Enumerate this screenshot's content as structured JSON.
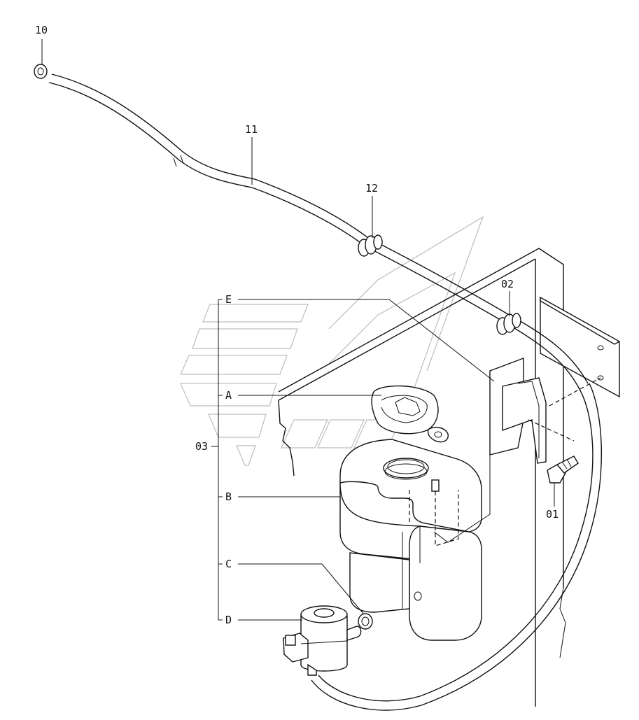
{
  "part_labels": {
    "p10": "10",
    "p11": "11",
    "p12": "12",
    "p02": "02",
    "p01": "01",
    "p03": "03"
  },
  "sub_labels": {
    "a": "A",
    "b": "B",
    "c": "C",
    "d": "D",
    "e": "E"
  }
}
